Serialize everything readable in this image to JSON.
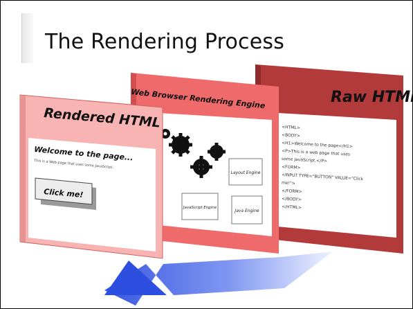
{
  "slide": {
    "title": "The Rendering Process"
  },
  "panels": {
    "raw_html": {
      "title": "Raw HTML",
      "code_lines": [
        "<HTML>",
        "<BODY>",
        "<H1>Welcome to the page</H1>",
        "<P>This is a web page that uses",
        "some JavaScript.</P>",
        "<FORM>",
        "<INPUT TYPE=\"BUTTON\" VALUE=\"Click",
        "me!\">",
        "</FORM>",
        "</BODY>",
        "</HTML>"
      ]
    },
    "engine": {
      "title": "Web Browser Rendering Engine",
      "boxes": {
        "layout": "Layout Engine",
        "javascript": "JavaScript Engine",
        "java": "Java Engine"
      }
    },
    "rendered": {
      "title": "Rendered HTML",
      "page_heading": "Welcome to the page...",
      "page_text": "This is a Web page that uses some JavaScript.",
      "button_label": "Click me!"
    }
  },
  "colors": {
    "raw_panel": "#b33a3a",
    "engine_panel": "#ef6b6b",
    "rendered_panel": "#f8b3b3",
    "arrow": "#3d5ee8"
  },
  "icons": [
    "gears-icon",
    "arrow-icon"
  ]
}
